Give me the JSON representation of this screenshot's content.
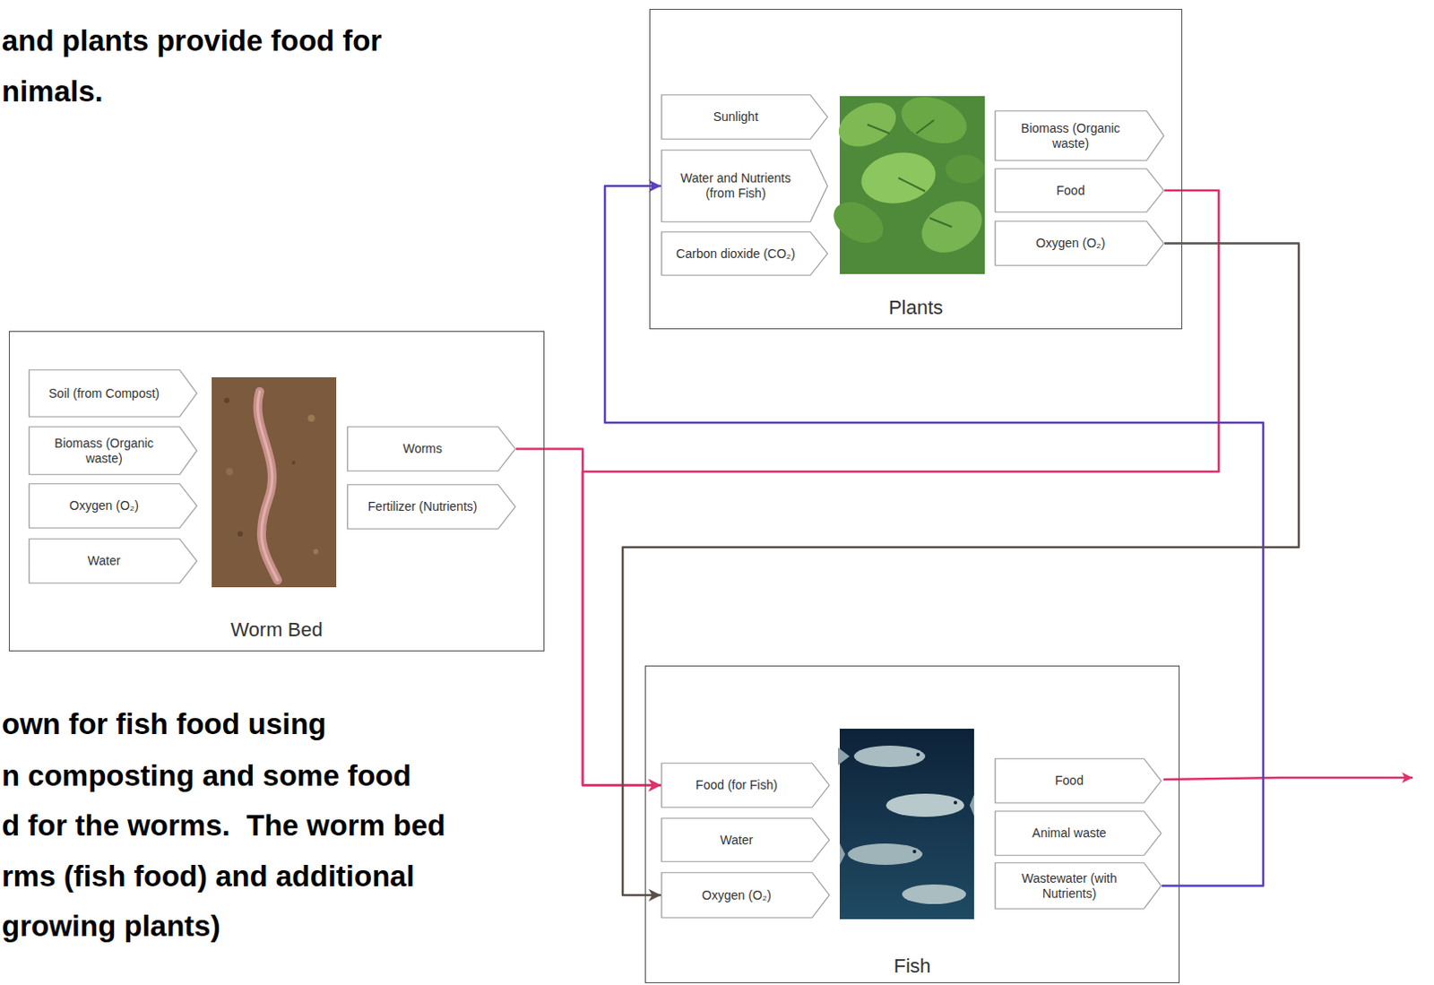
{
  "diagram": {
    "nodes": [
      {
        "text": [
          "Plants"
        ]
      },
      {
        "text": [
          "Sunlight"
        ],
        "in": 0
      },
      {
        "text": [
          "Water and Nutrients (from Fish)"
        ],
        "in": 0
      },
      {
        "text": [
          "Carbon dioxide (CO₂)"
        ],
        "in": 0
      },
      {
        "text": [
          "Biomass (Organic waste)"
        ],
        "in": 0
      },
      {
        "text": [
          "Food"
        ],
        "in": 0
      },
      {
        "text": [
          "Oxygen (O₂)"
        ],
        "in": 0
      },
      {
        "text": [
          "Worm Bed"
        ]
      },
      {
        "text": [
          "Soil (from Compost)"
        ],
        "in": 7
      },
      {
        "text": [
          "Biomass (Organic waste)"
        ],
        "in": 7
      },
      {
        "text": [
          "Oxygen (O₂)"
        ],
        "in": 7
      },
      {
        "text": [
          "Water"
        ],
        "in": 7
      },
      {
        "text": [
          "Worms"
        ],
        "in": 7
      },
      {
        "text": [
          "Fertilizer (Nutrients)"
        ],
        "in": 7
      },
      {
        "text": [
          "Fish"
        ]
      },
      {
        "text": [
          "Food (for Fish)"
        ],
        "in": 14
      },
      {
        "text": [
          "Water"
        ],
        "in": 14
      },
      {
        "text": [
          "Oxygen (O₂)"
        ],
        "in": 14
      },
      {
        "text": [
          "Food"
        ],
        "in": 14
      },
      {
        "text": [
          "Animal waste"
        ],
        "in": 14
      },
      {
        "text": [
          "Wastewater (with Nutrients)"
        ],
        "in": 14
      }
    ],
    "edges": [
      {
        "from": 12,
        "to": 15,
        "arrow": "to"
      },
      {
        "from": 5,
        "to": 15,
        "arrow": "to"
      },
      {
        "from": 20,
        "to": 2,
        "arrow": "to"
      },
      {
        "from": 6,
        "to": 17,
        "arrow": "to"
      }
    ],
    "labels": [
      "and plants provide food for",
      "nimals.",
      "own for fish food using",
      "n composting and some food",
      "d for the worms.  The worm bed",
      "rms (fish food) and additional",
      "growing plants)"
    ]
  }
}
